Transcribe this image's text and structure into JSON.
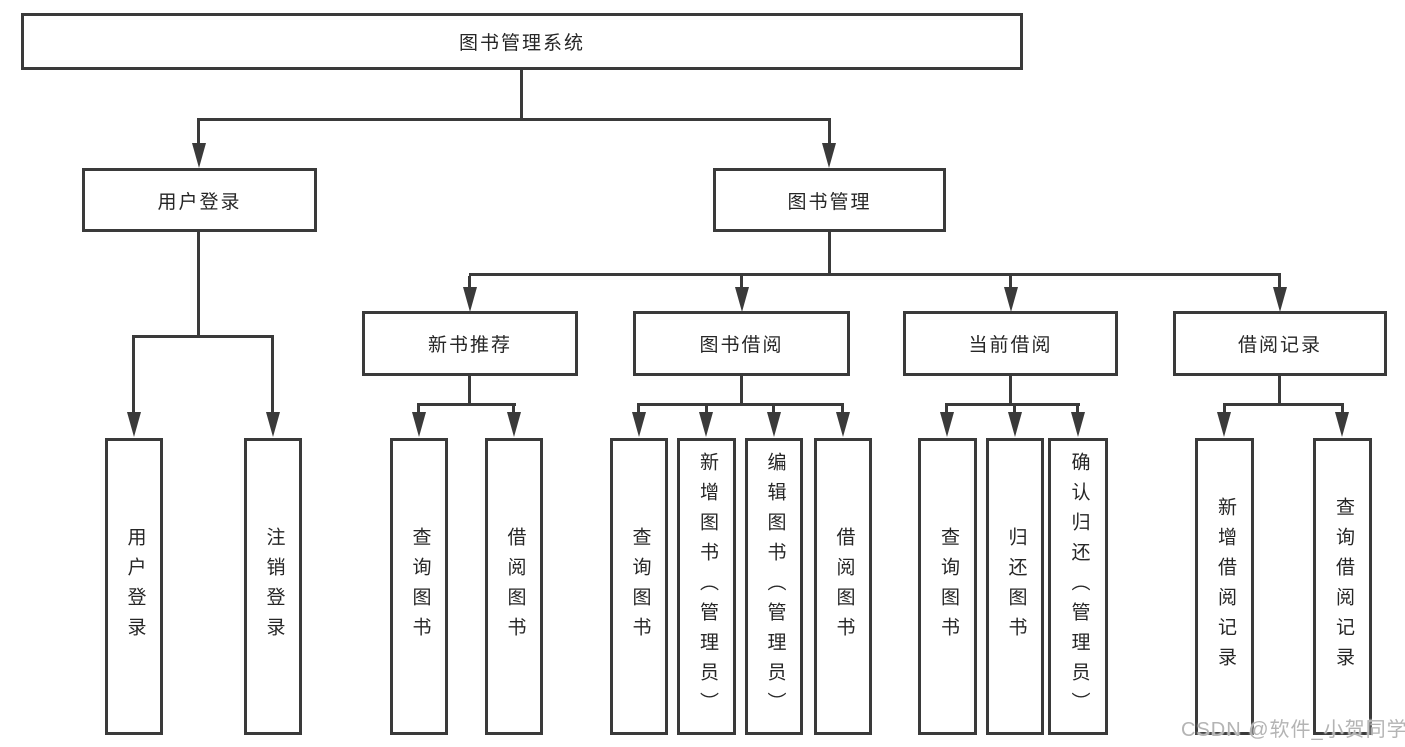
{
  "tree": {
    "root": "图书管理系统",
    "login_branch": {
      "label": "用户登录",
      "children": [
        "用户登录",
        "注销登录"
      ]
    },
    "mgmt_branch": {
      "label": "图书管理",
      "groups": [
        {
          "label": "新书推荐",
          "children": [
            "查询图书",
            "借阅图书"
          ]
        },
        {
          "label": "图书借阅",
          "children": [
            "查询图书",
            "新增图书（管理员）",
            "编辑图书（管理员）",
            "借阅图书"
          ]
        },
        {
          "label": "当前借阅",
          "children": [
            "查询图书",
            "归还图书",
            "确认归还（管理员）"
          ]
        },
        {
          "label": "借阅记录",
          "children": [
            "新增借阅记录",
            "查询借阅记录"
          ]
        }
      ]
    }
  },
  "watermark": "CSDN @软件_小贺同学"
}
